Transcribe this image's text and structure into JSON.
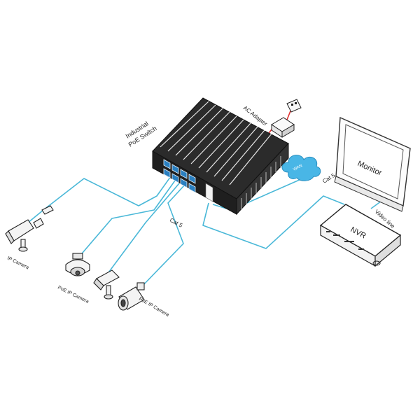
{
  "labels": {
    "switch_line1": "Industrial",
    "switch_line2": "PoE Switch",
    "ac_adapter": "AC Adapter",
    "wan": "WAN",
    "monitor": "Monitor",
    "nvr": "NVR",
    "video_line": "Video line",
    "cat5_right": "Cat 5",
    "cat5_center": "Cat 5",
    "ip_camera": "IP Camera",
    "poe_ip_camera_dome": "PoE IP Camera",
    "poe_ip_camera_bullet": "PoE IP Camera"
  },
  "colors": {
    "cable": "#4ab8d8",
    "power_cable": "#e03030",
    "wan_cloud": "#49b6e6",
    "port_blue": "#2a7fc0"
  }
}
